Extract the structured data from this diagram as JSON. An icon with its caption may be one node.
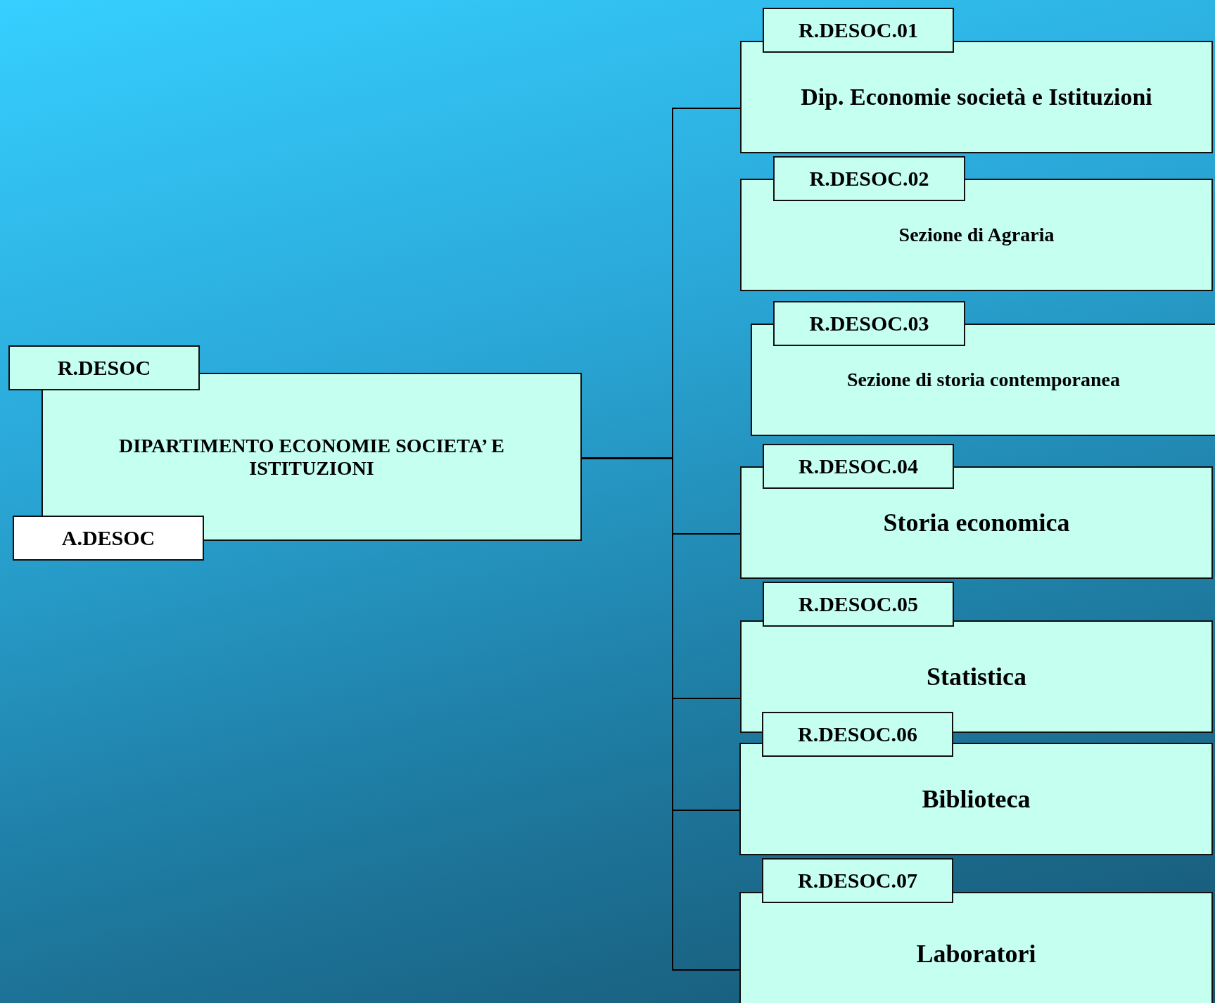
{
  "diagram": {
    "nodes": [
      {
        "text": [
          "R.DESOC"
        ]
      },
      {
        "text": [
          "DIPARTIMENTO ECONOMIE SOCIETA’ E ISTITUZIONI"
        ]
      },
      {
        "text": [
          "A.DESOC"
        ]
      },
      {
        "text": [
          "R.DESOC.01"
        ]
      },
      {
        "text": [
          "Dip. Economie società e Istituzioni"
        ]
      },
      {
        "text": [
          "R.DESOC.02"
        ]
      },
      {
        "text": [
          "Sezione di Agraria"
        ]
      },
      {
        "text": [
          "R.DESOC.03"
        ]
      },
      {
        "text": [
          "Sezione di storia contemporanea"
        ]
      },
      {
        "text": [
          "R.DESOC.04"
        ]
      },
      {
        "text": [
          "Storia economica"
        ]
      },
      {
        "text": [
          "R.DESOC.05"
        ]
      },
      {
        "text": [
          "Statistica"
        ]
      },
      {
        "text": [
          "R.DESOC.06"
        ]
      },
      {
        "text": [
          "Biblioteca"
        ]
      },
      {
        "text": [
          "R.DESOC.07"
        ]
      },
      {
        "text": [
          "Laboratori"
        ]
      }
    ],
    "edges": [
      {
        "from": 1,
        "to": 4,
        "arrow": "none"
      },
      {
        "from": 1,
        "to": 10,
        "arrow": "none"
      },
      {
        "from": 1,
        "to": 12,
        "arrow": "none"
      },
      {
        "from": 1,
        "to": 14,
        "arrow": "none"
      },
      {
        "from": 1,
        "to": 16,
        "arrow": "none"
      }
    ]
  }
}
